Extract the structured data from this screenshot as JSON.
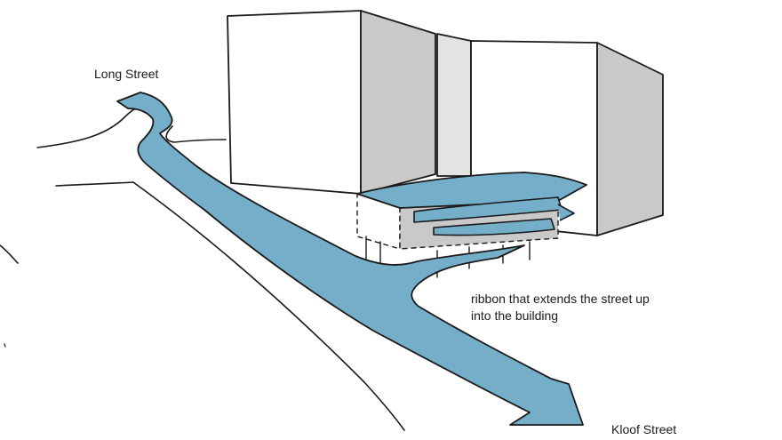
{
  "labels": {
    "long_street": "Long Street",
    "kloof_street": "Kloof Street",
    "ribbon_line1": "ribbon that extends the street up",
    "ribbon_line2": "into the building"
  },
  "colors": {
    "ribbon": "#74aec9",
    "building_shade": "#c9c9c9",
    "building_light": "#e3e3e3",
    "ink": "#1a1a1a"
  }
}
